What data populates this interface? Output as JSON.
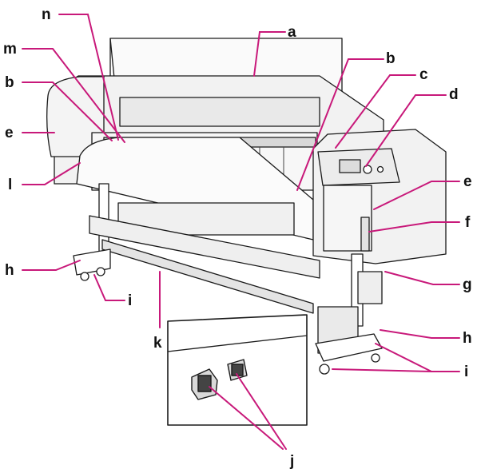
{
  "figure": {
    "title": "",
    "leader_color": "#c8197a",
    "callouts": {
      "a": "a",
      "b_top": "b",
      "b_left": "b",
      "c": "c",
      "d": "d",
      "e_left": "e",
      "e_right": "e",
      "f": "f",
      "g": "g",
      "h_left": "h",
      "h_right": "h",
      "i_left": "i",
      "i_right": "i",
      "j": "j",
      "k": "k",
      "l": "l",
      "m": "m",
      "n": "n"
    }
  }
}
